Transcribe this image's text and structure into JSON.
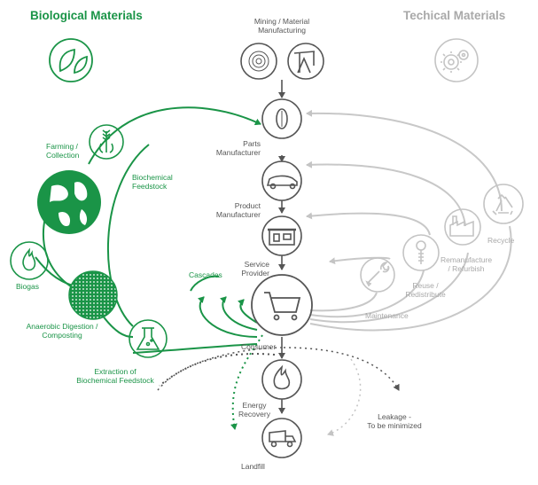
{
  "titles": {
    "biological": "Biological Materials",
    "technical": "Techical Materials"
  },
  "labels": {
    "mining": "Mining / Material",
    "mining2": "Manufacturing",
    "parts": "Parts",
    "parts2": "Manufacturer",
    "product": "Product",
    "product2": "Manufacturer",
    "service": "Service",
    "service2": "Provider",
    "consumer": "Consumer",
    "energy": "Energy",
    "energy2": "Recovery",
    "landfill": "Landfill",
    "leakage": "Leakage -",
    "leakage2": "To be minimized",
    "farming": "Farming /",
    "farming2": "Collection",
    "feedstock": "Biochemical",
    "feedstock2": "Feedstock",
    "biogas": "Biogas",
    "anaerobic": "Anaerobic Digestion /",
    "anaerobic2": "Composting",
    "extraction": "Extraction of",
    "extraction2": "Biochemical Feedstock",
    "cascades": "Cascades",
    "maintenance": "Maintenance",
    "reuse": "Reuse /",
    "reuse2": "Redistribute",
    "reman": "Remanufacture",
    "reman2": "/ Refurbish",
    "recycle": "Recycle"
  },
  "colors": {
    "green": "#1a9447",
    "dark": "#555555",
    "light": "#c4c4c4"
  },
  "icons": [
    "leaf-icon",
    "gears-icon",
    "log-icon",
    "oil-pump-icon",
    "wheel-icon",
    "car-icon",
    "store-icon",
    "cart-icon",
    "flame-icon",
    "dump-truck-icon",
    "wheat-icon",
    "globe-icon",
    "biogas-flame-icon",
    "compost-icon",
    "flask-icon",
    "wrench-icon",
    "screw-icon",
    "factory-icon",
    "recycle-icon"
  ]
}
